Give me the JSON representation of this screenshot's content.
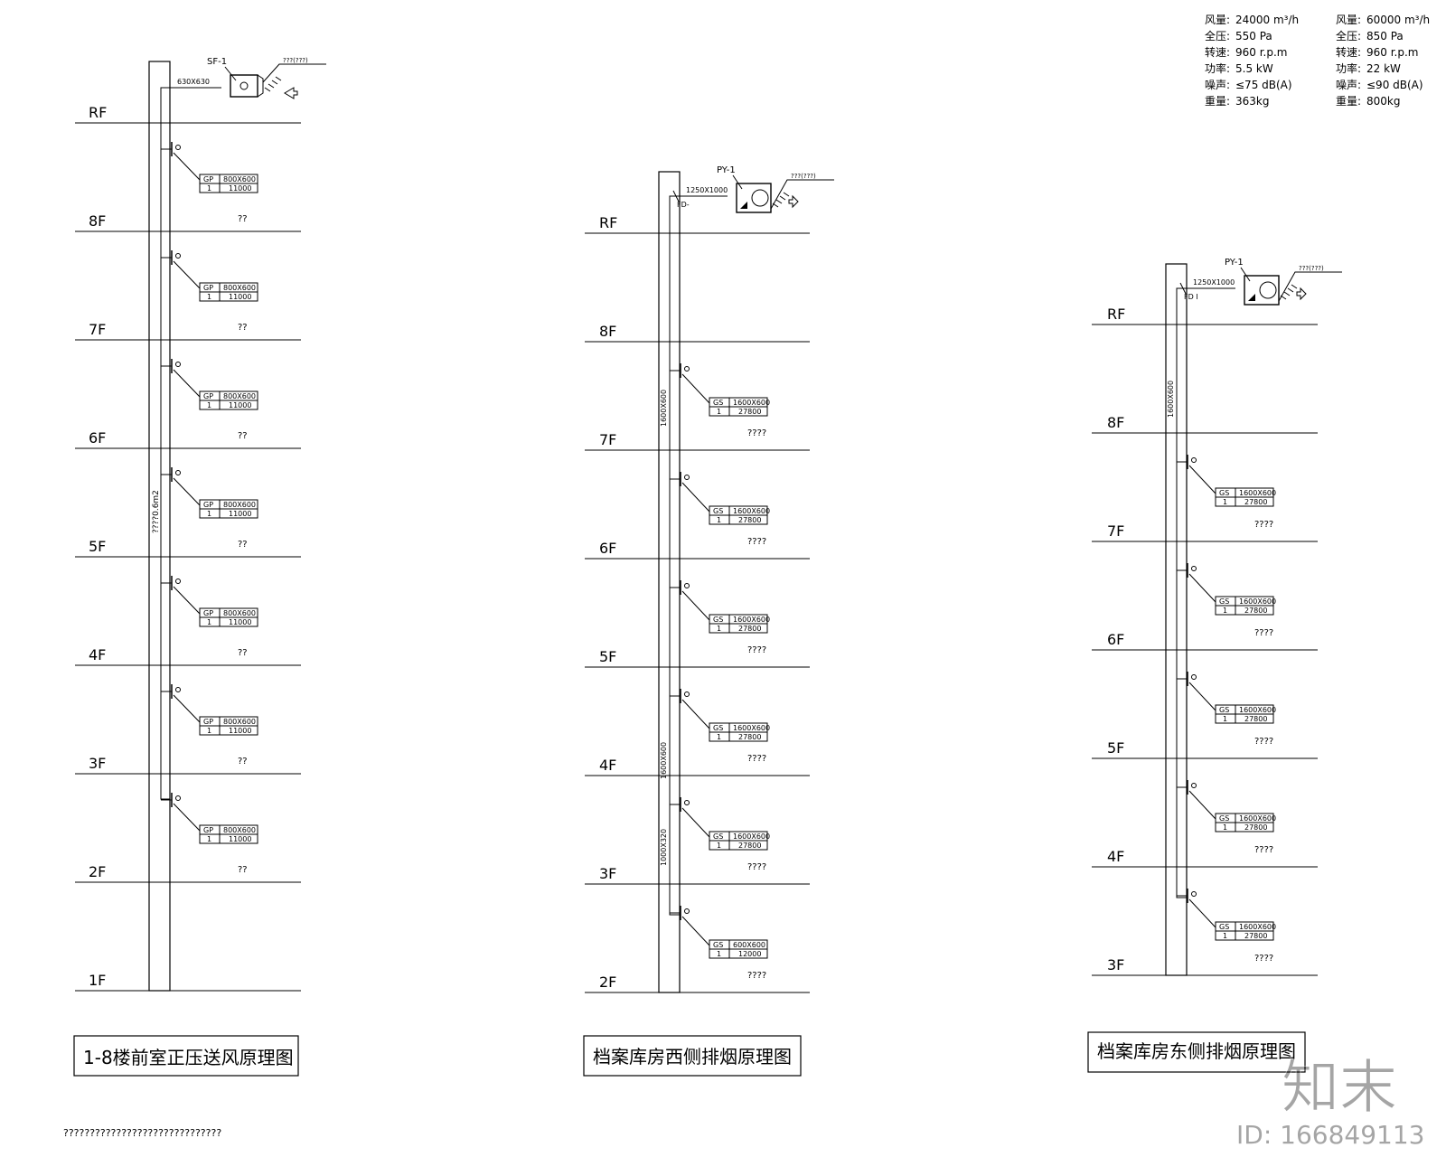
{
  "specs": {
    "left": [
      {
        "label": "风量:",
        "value": "24000 m³/h"
      },
      {
        "label": "全压:",
        "value": "550 Pa"
      },
      {
        "label": "转速:",
        "value": "960 r.p.m"
      },
      {
        "label": "功率:",
        "value": "5.5 kW"
      },
      {
        "label": "噪声:",
        "value": "≤75 dB(A)"
      },
      {
        "label": "重量:",
        "value": "363kg"
      }
    ],
    "right": [
      {
        "label": "风量:",
        "value": "60000 m³/h"
      },
      {
        "label": "全压:",
        "value": "850 Pa"
      },
      {
        "label": "转速:",
        "value": "960 r.p.m"
      },
      {
        "label": "功率:",
        "value": "22 kW"
      },
      {
        "label": "噪声:",
        "value": "≤90 dB(A)"
      },
      {
        "label": "重量:",
        "value": "800kg"
      }
    ]
  },
  "diagrams": [
    {
      "title": "1-8楼前室正压送风原理图",
      "fan_tag": "SF-1",
      "duct_size": "630X630",
      "louver_note": "???(???)",
      "shaft_note": "????0.6m2",
      "floors": [
        "RF",
        "8F",
        "7F",
        "6F",
        "5F",
        "4F",
        "3F",
        "2F",
        "1F"
      ],
      "outlets": [
        {
          "type": "GP",
          "size": "800X600",
          "qty": "1",
          "flow": "11000",
          "note": "??"
        },
        {
          "type": "GP",
          "size": "800X600",
          "qty": "1",
          "flow": "11000",
          "note": "??"
        },
        {
          "type": "GP",
          "size": "800X600",
          "qty": "1",
          "flow": "11000",
          "note": "??"
        },
        {
          "type": "GP",
          "size": "800X600",
          "qty": "1",
          "flow": "11000",
          "note": "??"
        },
        {
          "type": "GP",
          "size": "800X600",
          "qty": "1",
          "flow": "11000",
          "note": "??"
        },
        {
          "type": "GP",
          "size": "800X600",
          "qty": "1",
          "flow": "11000",
          "note": "??"
        },
        {
          "type": "GP",
          "size": "800X600",
          "qty": "1",
          "flow": "11000",
          "note": "??"
        }
      ]
    },
    {
      "title": "档案库房西侧排烟原理图",
      "fan_tag": "PY-1",
      "duct_size": "1250X1000",
      "damper_tag": "FD-",
      "louver_note": "???(???)",
      "shaft_labels": [
        "1600X600",
        "1600X600",
        "1000X320"
      ],
      "floors": [
        "RF",
        "8F",
        "7F",
        "6F",
        "5F",
        "4F",
        "3F",
        "2F"
      ],
      "outlets": [
        {
          "type": "GS",
          "size": "1600X600",
          "qty": "1",
          "flow": "27800",
          "note": "????"
        },
        {
          "type": "GS",
          "size": "1600X600",
          "qty": "1",
          "flow": "27800",
          "note": "????"
        },
        {
          "type": "GS",
          "size": "1600X600",
          "qty": "1",
          "flow": "27800",
          "note": "????"
        },
        {
          "type": "GS",
          "size": "1600X600",
          "qty": "1",
          "flow": "27800",
          "note": "????"
        },
        {
          "type": "GS",
          "size": "1600X600",
          "qty": "1",
          "flow": "27800",
          "note": "????"
        },
        {
          "type": "GS",
          "size": "600X600",
          "qty": "1",
          "flow": "12000",
          "note": "????"
        }
      ]
    },
    {
      "title": "档案库房东侧排烟原理图",
      "fan_tag": "PY-1",
      "duct_size": "1250X1000",
      "damper_tag": "FD I",
      "louver_note": "???(???)",
      "shaft_labels": [
        "1600X600"
      ],
      "floors": [
        "RF",
        "8F",
        "7F",
        "6F",
        "5F",
        "4F",
        "3F"
      ],
      "outlets": [
        {
          "type": "GS",
          "size": "1600X600",
          "qty": "1",
          "flow": "27800",
          "note": "????"
        },
        {
          "type": "GS",
          "size": "1600X600",
          "qty": "1",
          "flow": "27800",
          "note": "????"
        },
        {
          "type": "GS",
          "size": "1600X600",
          "qty": "1",
          "flow": "27800",
          "note": "????"
        },
        {
          "type": "GS",
          "size": "1600X600",
          "qty": "1",
          "flow": "27800",
          "note": "????"
        },
        {
          "type": "GS",
          "size": "1600X600",
          "qty": "1",
          "flow": "27800",
          "note": "????"
        }
      ]
    }
  ],
  "footnote": "??????????????????????????????",
  "watermark": {
    "text": "知末",
    "id": "ID: 166849113"
  }
}
